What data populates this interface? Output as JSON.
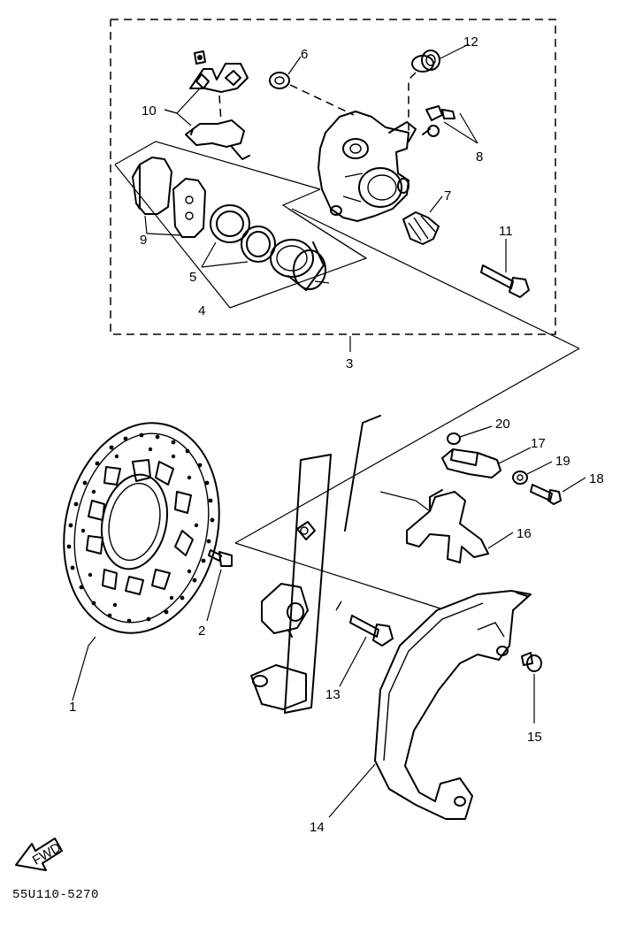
{
  "diagram": {
    "catalog_code": "55U110-5270",
    "fwd_arrow_text": "FWD",
    "callouts": {
      "p1": "1",
      "p2": "2",
      "p3": "3",
      "p4": "4",
      "p5": "5",
      "p6": "6",
      "p7": "7",
      "p8": "8",
      "p9": "9",
      "p10": "10",
      "p11": "11",
      "p12": "12",
      "p13": "13",
      "p14": "14",
      "p15": "15",
      "p16": "16",
      "p17": "17",
      "p18": "18",
      "p19": "19",
      "p20": "20"
    }
  }
}
